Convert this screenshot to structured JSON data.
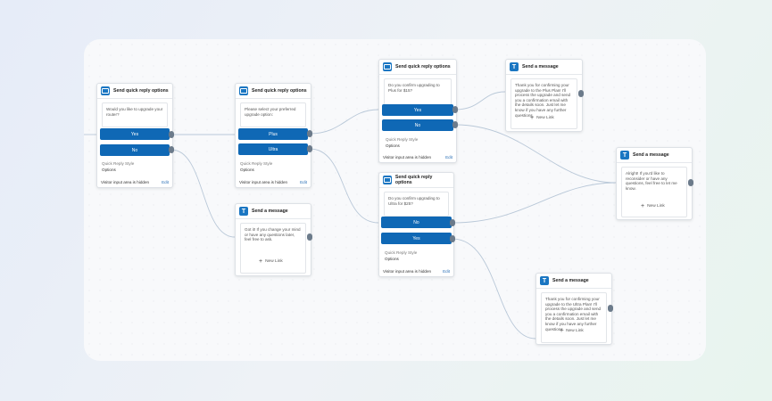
{
  "colors": {
    "accent": "#0f68b5",
    "wire": "#b9c8d8",
    "port": "#6c7b8b"
  },
  "nodes": {
    "q1": {
      "title": "Send quick reply options",
      "question": "Would you like to upgrade your router?",
      "options": [
        "Yes",
        "No"
      ],
      "style_label": "Quick Reply Style",
      "style_value": "Options",
      "footer": "Visitor input area is hidden",
      "edit": "Edit"
    },
    "q2": {
      "title": "Send quick reply options",
      "question": "Please select your preferred upgrade option:",
      "options": [
        "Plus",
        "Ultra"
      ],
      "style_label": "Quick Reply Style",
      "style_value": "Options",
      "footer": "Visitor input area is hidden",
      "edit": "Edit"
    },
    "q3": {
      "title": "Send quick reply options",
      "question": "Do you confirm upgrading to Plus for $15?",
      "options": [
        "Yes",
        "No"
      ],
      "style_label": "Quick Reply Style",
      "style_value": "Options",
      "footer": "Visitor input area is hidden",
      "edit": "Edit"
    },
    "q4": {
      "title": "Send quick reply options",
      "question": "Do you confirm upgrading to Ultra for $25?",
      "options": [
        "No",
        "Yes"
      ],
      "style_label": "Quick Reply Style",
      "style_value": "Options",
      "footer": "Visitor input area is hidden",
      "edit": "Edit"
    },
    "m1": {
      "title": "Send a message",
      "text": "Got it! If you change your mind or have any questions later, feel free to ask.",
      "link": "New Link"
    },
    "m2": {
      "title": "Send a message",
      "text": "Thank you for confirming your upgrade to the Plus Plan! I'll process the upgrade and send you a confirmation email with the details soon. Just let me know if you have any further questions.",
      "link": "New Link"
    },
    "m3": {
      "title": "Send a message",
      "text": "Alright! If you'd like to reconsider or have any questions, feel free to let me know.",
      "link": "New Link"
    },
    "m4": {
      "title": "Send a message",
      "text": "Thank you for confirming your upgrade to the Ultra Plan! I'll process the upgrade and send you a confirmation email with the details soon. Just let me know if you have any further questions.",
      "link": "New Link"
    }
  }
}
